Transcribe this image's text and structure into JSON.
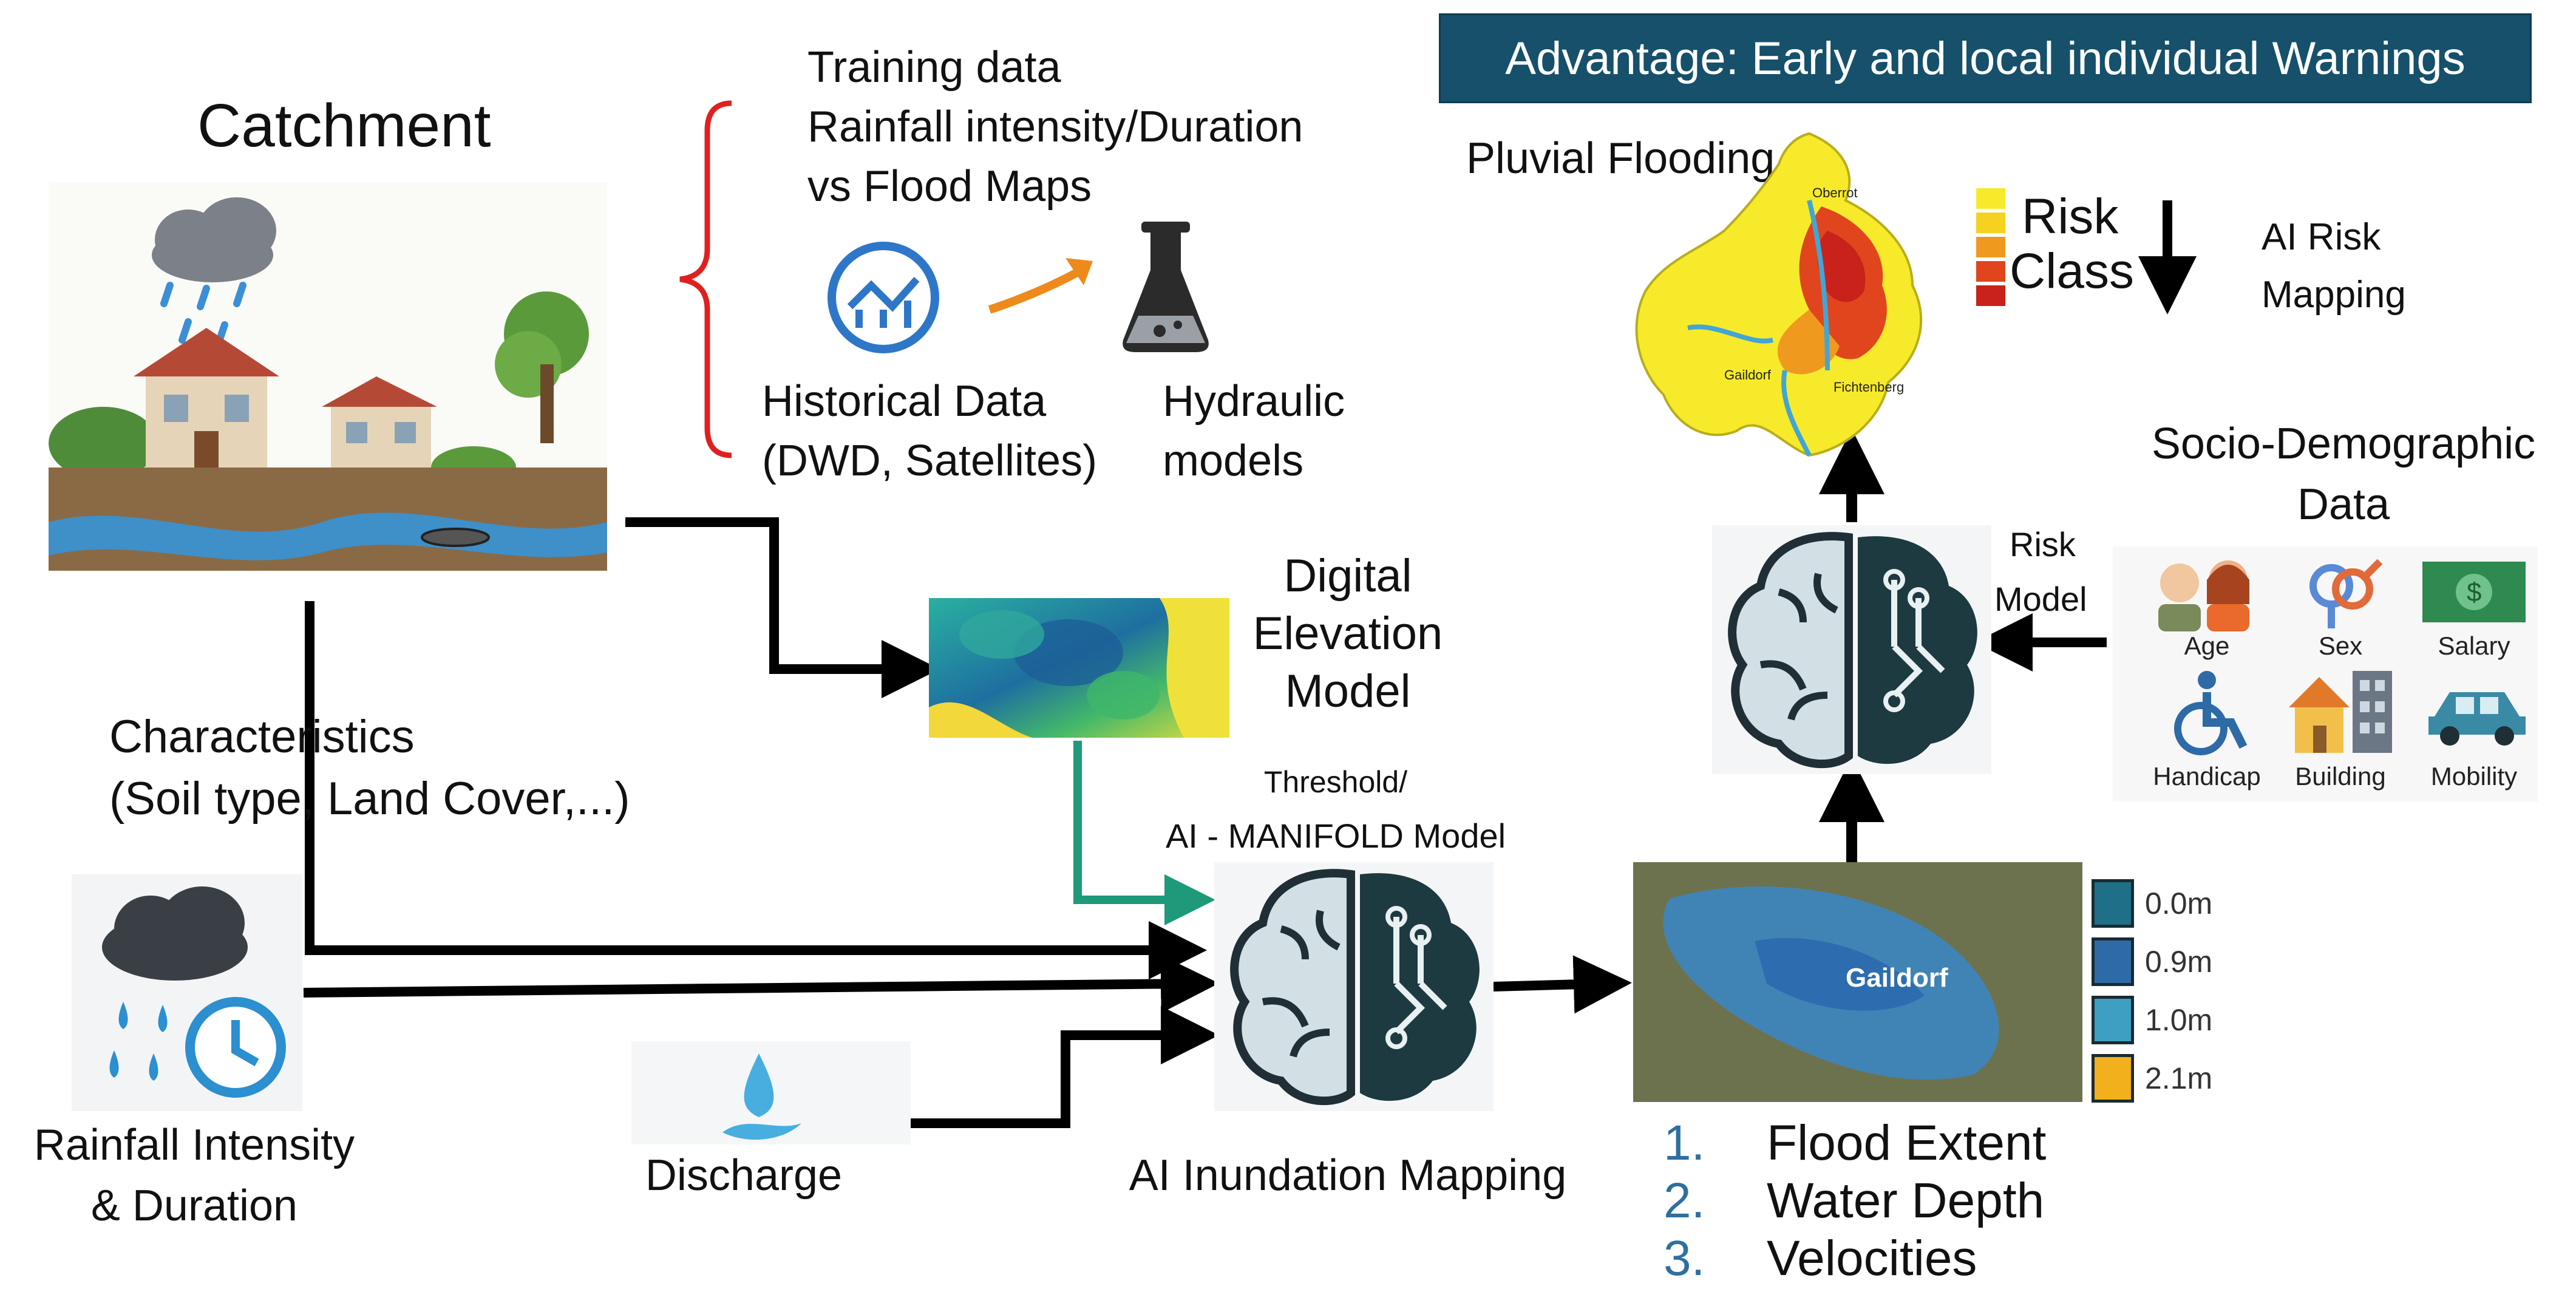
{
  "banner": "Advantage:  Early and local individual Warnings",
  "catchment": {
    "title": "Catchment"
  },
  "training": {
    "line1": "Training data",
    "line2": "Rainfall intensity/Duration",
    "line3": "vs Flood Maps",
    "historical_line1": "Historical Data",
    "historical_line2": "(DWD, Satellites)",
    "hydraulic_line1": "Hydraulic",
    "hydraulic_line2": "models"
  },
  "dem": {
    "line1": "Digital",
    "line2": "Elevation",
    "line3": "Model"
  },
  "characteristics": {
    "line1": "Characteristics",
    "line2": "(Soil type, Land Cover,...)"
  },
  "rainfall": {
    "line1": "Rainfall Intensity",
    "line2": "& Duration"
  },
  "discharge": "Discharge",
  "model": {
    "line1": "Threshold/",
    "line2": "AI - MANIFOLD Model",
    "caption": "AI Inundation Mapping"
  },
  "flood_map": {
    "town": "Gaildorf",
    "depth_legend": [
      {
        "label": "0.0m",
        "color": "#1f6f88"
      },
      {
        "label": "0.9m",
        "color": "#2e6aa6"
      },
      {
        "label": "1.0m",
        "color": "#3f9fc2"
      },
      {
        "label": "2.1m",
        "color": "#f2b11c"
      }
    ]
  },
  "outputs": [
    {
      "num": "1.",
      "label": "Flood Extent"
    },
    {
      "num": "2.",
      "label": "Water Depth"
    },
    {
      "num": "3.",
      "label": "Velocities"
    }
  ],
  "pluvial": {
    "title": "Pluvial Flooding",
    "places": [
      "Oberrot",
      "Gaildorf",
      "Fichtenberg"
    ],
    "risk_line1": "Risk",
    "risk_line2": "Class",
    "ai_line1": "AI Risk",
    "ai_line2": "Mapping",
    "risk_colors": [
      "#f7ea2b",
      "#f5d21f",
      "#ef9a1f",
      "#e0451d",
      "#c8221b"
    ]
  },
  "risk_model": {
    "line1": "Risk",
    "line2": "Model"
  },
  "socio": {
    "line1": "Socio-Demographic",
    "line2": "Data",
    "items": [
      "Age",
      "Sex",
      "Salary",
      "Handicap",
      "Building",
      "Mobility"
    ]
  }
}
